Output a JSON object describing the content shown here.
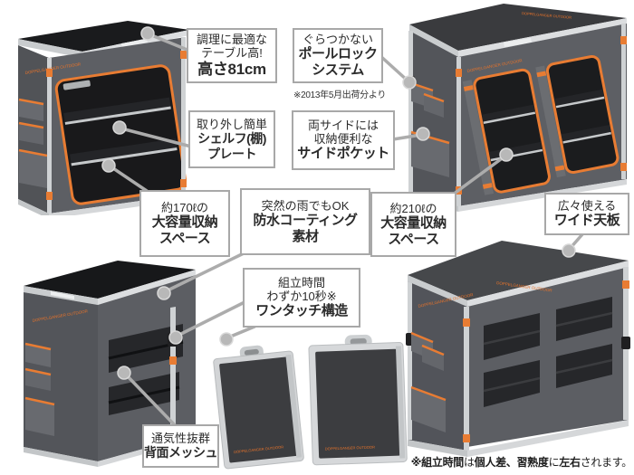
{
  "page": {
    "background_color": "#ffffff"
  },
  "brand": {
    "logo_text": "DOPPELGANGER OUTDOOR",
    "accent_orange": "#e87c33",
    "fabric_gray": "#5d5f64",
    "tabletop_black": "#1a1b1d",
    "wide_tabletop_gray": "#46484b",
    "frame_silver": "#cfd2d4",
    "callout_border_gray": "#a8a8a8",
    "connector_gray": "#acacac"
  },
  "callouts": {
    "table_height": {
      "lines": [
        "調理に最適な",
        "テーブル高!",
        "高さ81cm"
      ]
    },
    "pole_lock": {
      "lines": [
        "ぐらつかない",
        "ポールロック",
        "システム"
      ],
      "note": "※2013年5月出荷分より"
    },
    "shelf": {
      "lines": [
        "取り外し簡単",
        "シェルフ(棚)",
        "プレート"
      ]
    },
    "side_pocket": {
      "lines": [
        "両サイドには",
        "収納便利な",
        "サイドポケット"
      ]
    },
    "capacity_170": {
      "lines": [
        "約170ℓの",
        "大容量収納",
        "スペース"
      ]
    },
    "waterproof": {
      "lines": [
        "突然の雨でもOK",
        "防水コーティング",
        "素材"
      ]
    },
    "capacity_210": {
      "lines": [
        "約210ℓの",
        "大容量収納",
        "スペース"
      ]
    },
    "wide_top": {
      "lines": [
        "広々使える",
        "ワイド天板"
      ]
    },
    "one_touch": {
      "lines": [
        "組立時間",
        "わずか10秒※",
        "ワンタッチ構造"
      ]
    },
    "mesh": {
      "lines": [
        "通気性抜群",
        "背面メッシュ"
      ]
    }
  },
  "assembly_footnote": {
    "segments": [
      {
        "text": "※組立時間",
        "bold": true
      },
      {
        "text": "は",
        "bold": false
      },
      {
        "text": "個人差、習熟度",
        "bold": true
      },
      {
        "text": "に",
        "bold": false
      },
      {
        "text": "左右",
        "bold": true
      },
      {
        "text": "されます。",
        "bold": false
      }
    ]
  }
}
